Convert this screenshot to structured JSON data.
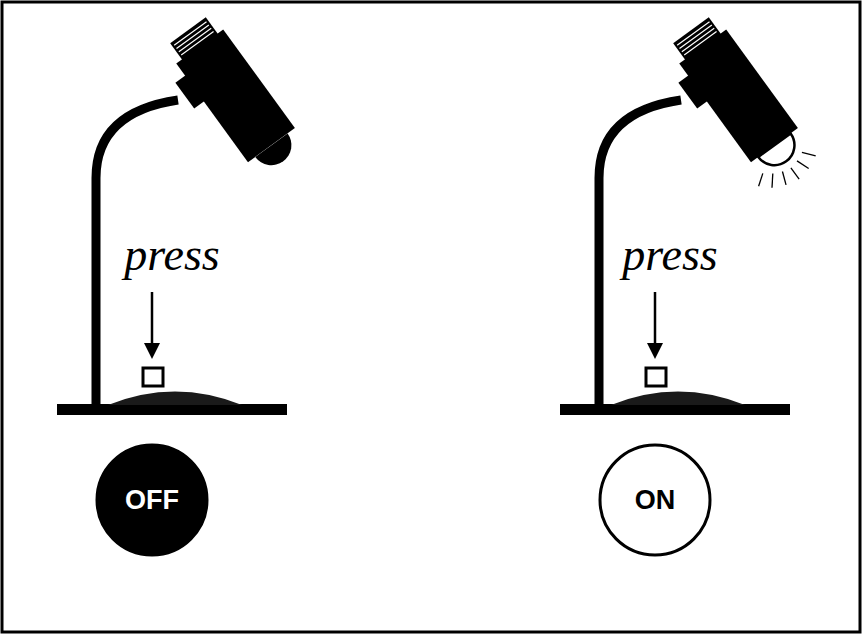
{
  "diagram": {
    "nodes": [
      {
        "text": [
          "OFF"
        ]
      },
      {
        "text": [
          "ON"
        ]
      }
    ],
    "labels": [
      "press",
      "press"
    ]
  }
}
